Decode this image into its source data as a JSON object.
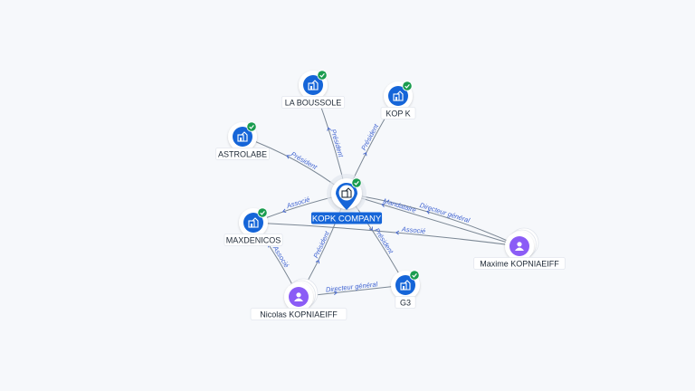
{
  "colors": {
    "company": "#1565d8",
    "person": "#8b5cf6",
    "check": "#1a9c4f",
    "edge": "#7b8794",
    "edge_label": "#3f63d1",
    "background": "#f6f8fb"
  },
  "nodes": [
    {
      "id": "kopk_company",
      "label": "KOPK COMPANY",
      "kind": "company",
      "verified": true,
      "center": true,
      "icon": "building-icon"
    },
    {
      "id": "la_boussole",
      "label": "LA BOUSSOLE",
      "kind": "company",
      "verified": true,
      "icon": "building-icon"
    },
    {
      "id": "kop_k",
      "label": "KOP K",
      "kind": "company",
      "verified": true,
      "icon": "building-icon"
    },
    {
      "id": "astrolabe",
      "label": "ASTROLABE",
      "kind": "company",
      "verified": true,
      "icon": "building-icon"
    },
    {
      "id": "maxdenicos",
      "label": "MAXDENICOS",
      "kind": "company",
      "verified": true,
      "icon": "building-icon"
    },
    {
      "id": "g3",
      "label": "G3",
      "kind": "company",
      "verified": true,
      "icon": "building-icon"
    },
    {
      "id": "maxime",
      "label": "Maxime KOPNIAEIFF",
      "kind": "person",
      "verified": false,
      "icon": "person-icon"
    },
    {
      "id": "nicolas",
      "label": "Nicolas KOPNIAEIFF",
      "kind": "person",
      "verified": false,
      "icon": "person-icon"
    }
  ],
  "edges": [
    {
      "from": "kopk_company",
      "to": "la_boussole",
      "label": "Président"
    },
    {
      "from": "kopk_company",
      "to": "kop_k",
      "label": "Président"
    },
    {
      "from": "kopk_company",
      "to": "astrolabe",
      "label": "Président"
    },
    {
      "from": "kopk_company",
      "to": "maxdenicos",
      "label": "Associé"
    },
    {
      "from": "maxime",
      "to": "kopk_company",
      "label": "Directeur général"
    },
    {
      "from": "maxime",
      "to": "kopk_company",
      "label": "Mandataire"
    },
    {
      "from": "maxime",
      "to": "maxdenicos",
      "label": "Associé"
    },
    {
      "from": "kopk_company",
      "to": "g3",
      "label": "Président"
    },
    {
      "from": "nicolas",
      "to": "kopk_company",
      "label": "Président"
    },
    {
      "from": "nicolas",
      "to": "maxdenicos",
      "label": "Associé"
    },
    {
      "from": "nicolas",
      "to": "g3",
      "label": "Directeur général"
    }
  ]
}
